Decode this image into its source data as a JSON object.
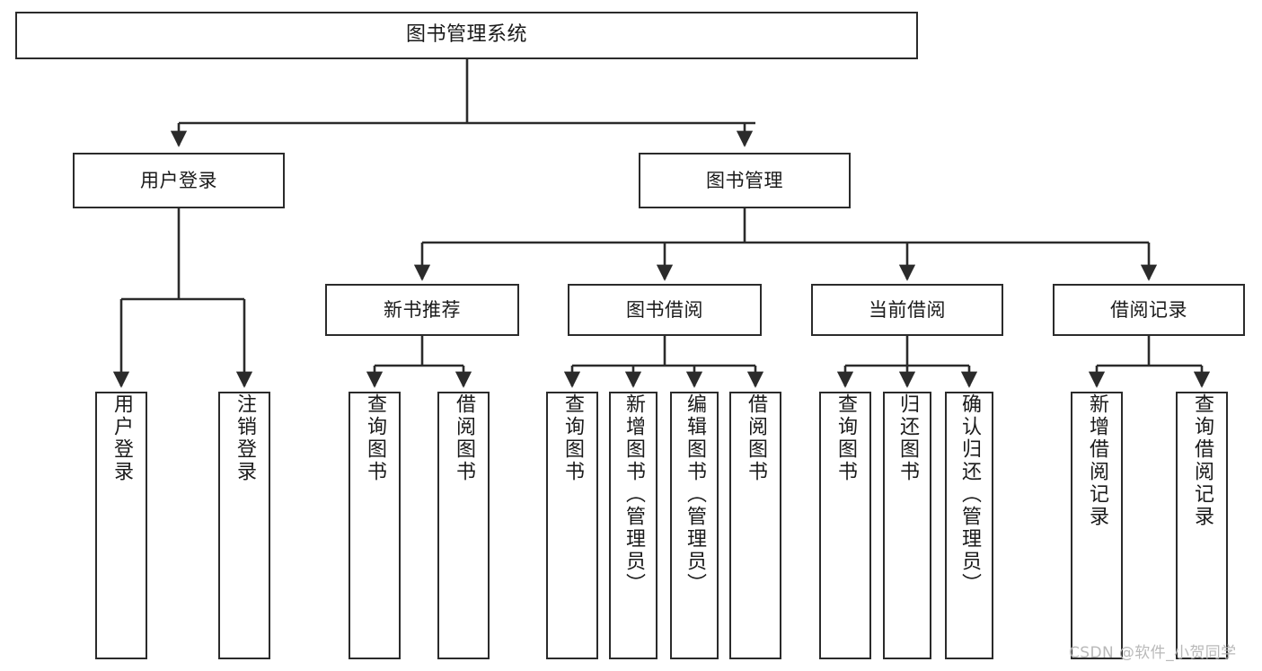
{
  "diagram": {
    "type": "tree",
    "title": "图书管理系统",
    "root": {
      "label": "图书管理系统"
    },
    "level2": [
      {
        "label": "用户登录"
      },
      {
        "label": "图书管理"
      }
    ],
    "level3": [
      {
        "label": "新书推荐"
      },
      {
        "label": "图书借阅"
      },
      {
        "label": "当前借阅"
      },
      {
        "label": "借阅记录"
      }
    ],
    "leaves": {
      "user_login": [
        {
          "label": "用户登录"
        },
        {
          "label": "注销登录"
        }
      ],
      "new_book_recommend": [
        {
          "label": "查询图书"
        },
        {
          "label": "借阅图书"
        }
      ],
      "book_borrow": [
        {
          "label": "查询图书"
        },
        {
          "label": "新增图书（管理员）"
        },
        {
          "label": "编辑图书（管理员）"
        },
        {
          "label": "借阅图书"
        }
      ],
      "current_borrow": [
        {
          "label": "查询图书"
        },
        {
          "label": "归还图书"
        },
        {
          "label": "确认归还（管理员）"
        }
      ],
      "borrow_records": [
        {
          "label": "新增借阅记录"
        },
        {
          "label": "查询借阅记录"
        }
      ]
    }
  },
  "watermark": {
    "text": "CSDN @软件_小贺同学"
  },
  "colors": {
    "background": "#ffffff",
    "box_border": "#2b2b2b",
    "box_fill": "#ffffff",
    "line": "#2b2b2b",
    "text": "#1a1a1a",
    "watermark": "#b9b9b9"
  }
}
